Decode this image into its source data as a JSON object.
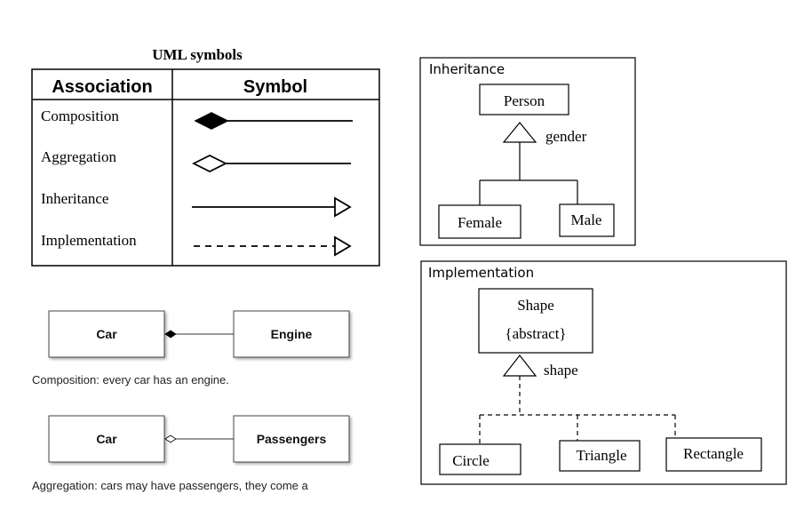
{
  "symbols_table": {
    "caption": "UML symbols",
    "header": {
      "association": "Association",
      "symbol": "Symbol"
    },
    "rows": [
      {
        "label": "Composition",
        "symbol": "filled-diamond-line"
      },
      {
        "label": "Aggregation",
        "symbol": "hollow-diamond-line"
      },
      {
        "label": "Inheritance",
        "symbol": "solid-line-hollow-triangle"
      },
      {
        "label": "Implementation",
        "symbol": "dashed-line-hollow-triangle"
      }
    ]
  },
  "composition_example": {
    "left": "Car",
    "right": "Engine",
    "caption": "Composition: every car has an engine."
  },
  "aggregation_example": {
    "left": "Car",
    "right": "Passengers",
    "caption": "Aggregation: cars may have passengers, they come a"
  },
  "inheritance_panel": {
    "title": "Inheritance",
    "parent": "Person",
    "discriminator": "gender",
    "children": [
      "Female",
      "Male"
    ]
  },
  "implementation_panel": {
    "title": "Implementation",
    "parent_name": "Shape",
    "parent_stereotype": "{abstract}",
    "discriminator": "shape",
    "children": [
      "Circle",
      "Triangle",
      "Rectangle"
    ]
  }
}
